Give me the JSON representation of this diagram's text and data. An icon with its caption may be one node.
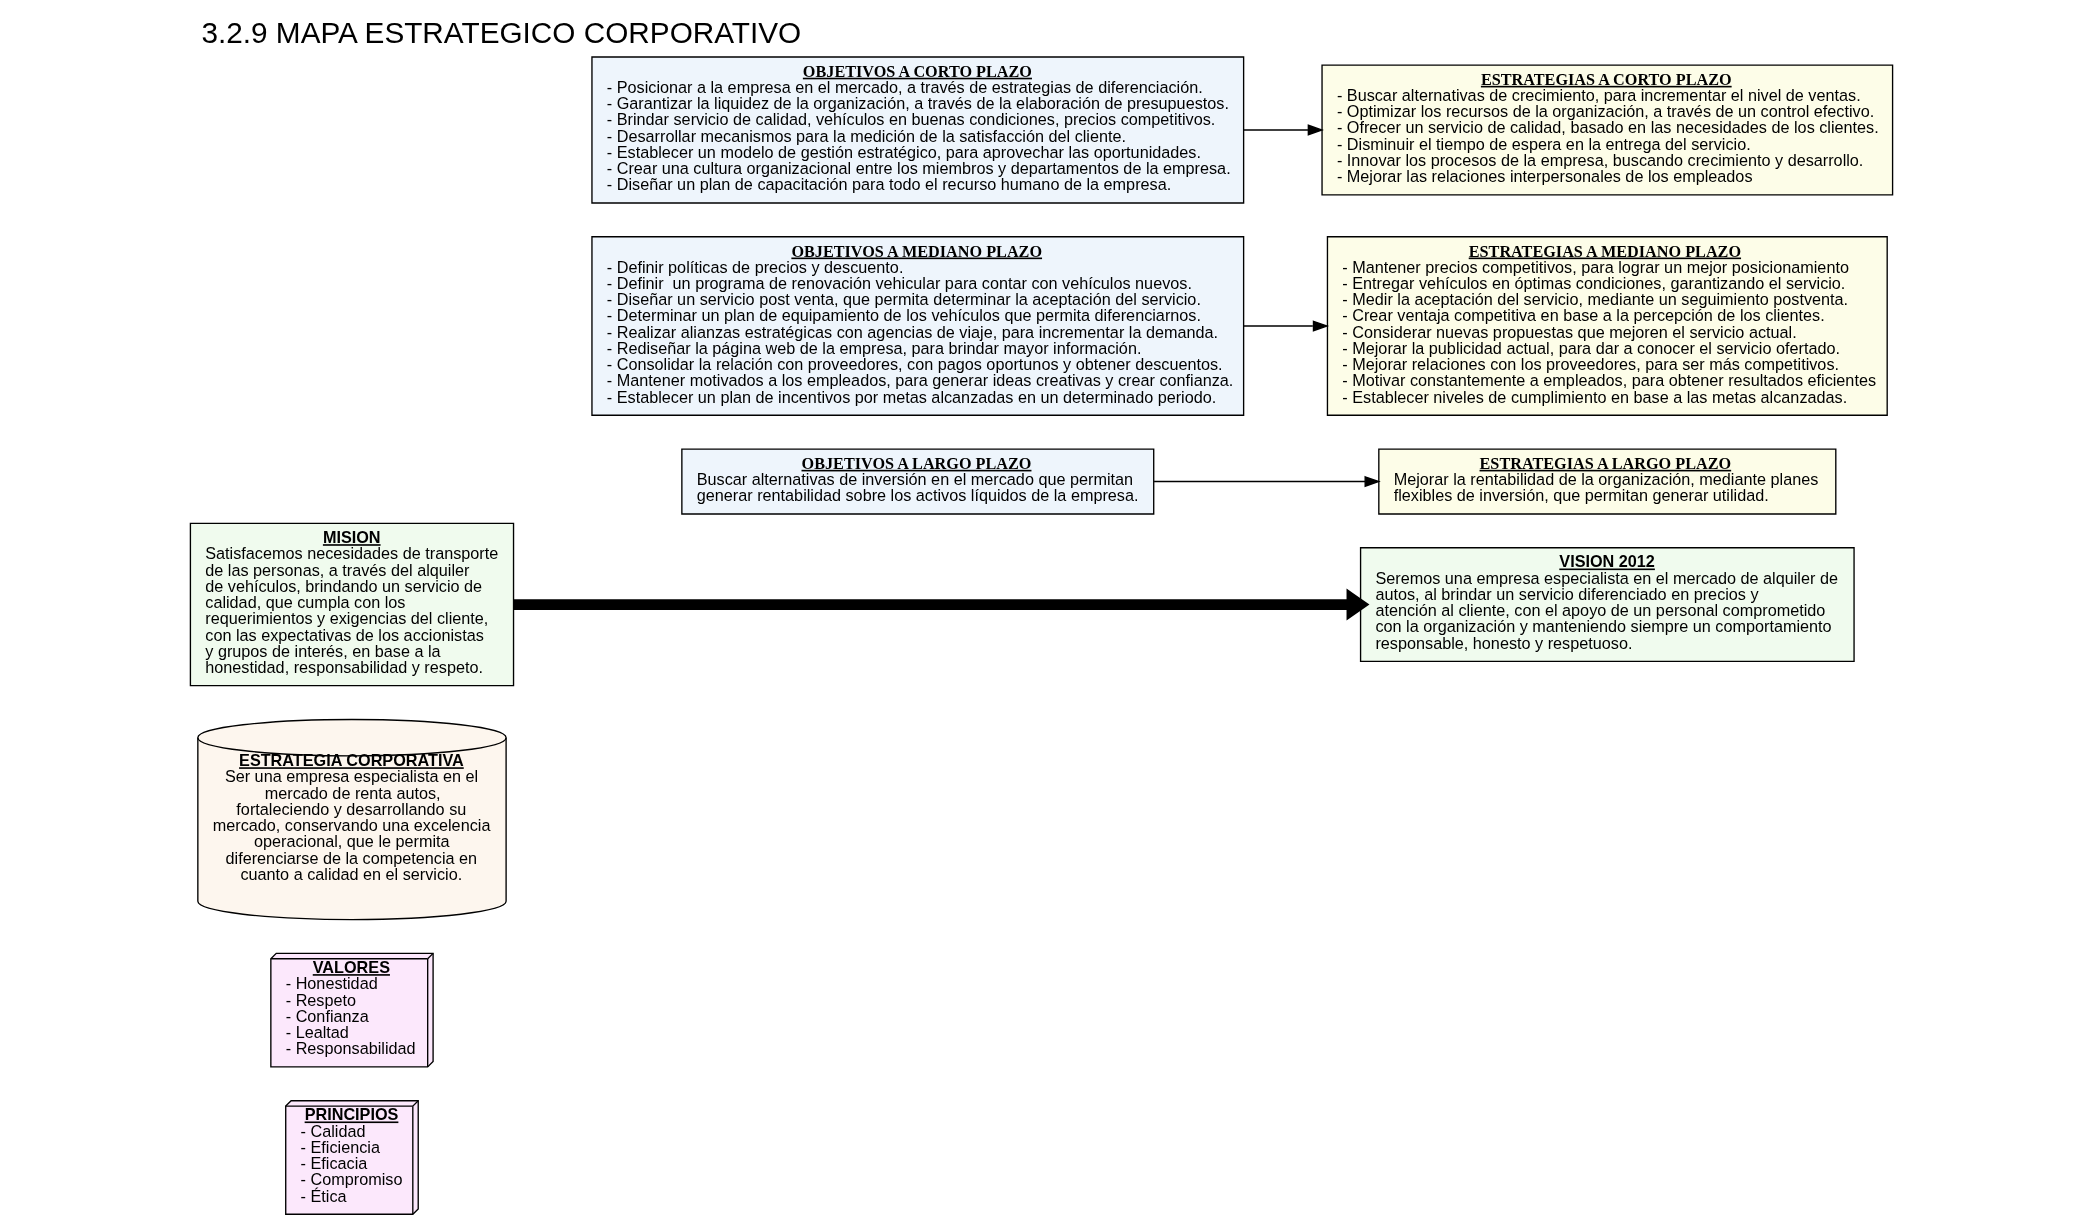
{
  "diagram": {
    "title": "3.2.9 MAPA ESTRATEGICO CORPORATIVO",
    "nodes": [
      {
        "text": [
          "PRINCIPIOS",
          "- Calidad",
          "- Eficiencia",
          "- Eficacia",
          "- Compromiso",
          "- Ética"
        ]
      },
      {
        "text": [
          "VALORES",
          "- Honestidad",
          "- Respeto",
          "- Confianza",
          "- Lealtad",
          "- Responsabilidad"
        ]
      },
      {
        "text": [
          "ESTRATEGIA CORPORATIVA",
          "Ser una empresa especialista en el mercado de renta autos, fortaleciendo y desarrollando su mercado, conservando una excelencia operacional, que le permita diferenciarse de la competencia en cuanto a calidad en el servicio."
        ]
      },
      {
        "text": [
          "MISION",
          "Satisfacemos necesidades de transporte de las personas, a través del alquiler de vehículos, brindando un servicio de calidad, que cumpla con los requerimientos y exigencias del cliente, con las expectativas de los accionistas y grupos de interés, en base a la honestidad, responsabilidad y respeto."
        ]
      },
      {
        "text": [
          "VISION 2012",
          "Seremos una empresa especialista en el mercado de alquiler de autos, al brindar un servicio diferenciado en precios y atención al cliente, con el apoyo de un personal comprometido con la organización y manteniendo siempre un comportamiento responsable, honesto y respetuoso."
        ]
      },
      {
        "text": [
          "OBJETIVOS A LARGO PLAZO",
          "Buscar alternativas de inversión en el mercado que permitan generar rentabilidad sobre los activos líquidos de la empresa."
        ]
      },
      {
        "text": [
          "ESTRATEGIAS A LARGO PLAZO",
          "Mejorar la rentabilidad de la organización, mediante planes flexibles de inversión, que permitan generar utilidad."
        ]
      },
      {
        "text": [
          "OBJETIVOS A MEDIANO PLAZO",
          "- Definir políticas de precios y descuento.",
          "- Definir  un programa de renovación vehicular para contar con vehículos nuevos.",
          "- Diseñar un servicio post venta, que permita determinar la aceptación del servicio.",
          "- Determinar un plan de equipamiento de los vehículos que permita diferenciarnos.",
          "- Realizar alianzas estratégicas con agencias de viaje, para incrementar la demanda.",
          "- Rediseñar la página web de la empresa, para brindar mayor información.",
          "- Consolidar la relación con proveedores, con pagos oportunos y obtener descuentos.",
          "- Mantener motivados a los empleados, para generar ideas creativas y crear confianza.",
          "- Establecer un plan de incentivos por metas alcanzadas en un determinado periodo."
        ]
      },
      {
        "text": [
          "ESTRATEGIAS A MEDIANO PLAZO",
          "- Mantener precios competitivos, para lograr un mejor posicionamiento",
          "- Entregar vehículos en óptimas condiciones, garantizando el servicio.",
          "- Medir la aceptación del servicio, mediante un seguimiento postventa.",
          "- Crear ventaja competitiva en base a la percepción de los clientes.",
          "- Considerar nuevas propuestas que mejoren el servicio actual.",
          "- Mejorar la publicidad actual, para dar a conocer el servicio ofertado.",
          "- Mejorar relaciones con los proveedores, para ser más competitivos.",
          "- Motivar constantemente a empleados, para obtener resultados eficientes",
          "- Establecer niveles de cumplimiento en base a las metas alcanzadas."
        ]
      },
      {
        "text": [
          "OBJETIVOS A CORTO PLAZO",
          "- Posicionar a la empresa en el mercado, a través de estrategias de diferenciación.",
          "- Garantizar la liquidez de la organización, a través de la elaboración de presupuestos.",
          "- Brindar servicio de calidad, vehículos en buenas condiciones, precios competitivos.",
          "- Desarrollar mecanismos para la medición de la satisfacción del cliente.",
          "- Establecer un modelo de gestión estratégico, para aprovechar las oportunidades.",
          "- Crear una cultura organizacional entre los miembros y departamentos de la empresa.",
          "- Diseñar un plan de capacitación para todo el recurso humano de la empresa."
        ]
      },
      {
        "text": [
          "ESTRATEGIAS A CORTO PLAZO",
          "- Buscar alternativas de crecimiento, para incrementar el nivel de ventas.",
          "- Optimizar los recursos de la organización, a través de un control efectivo.",
          "- Ofrecer un servicio de calidad, basado en las necesidades de los clientes.",
          "- Disminuir el tiempo de espera en la entrega del servicio.",
          "- Innovar los procesos de la empresa, buscando crecimiento y desarrollo.",
          "- Mejorar las relaciones interpersonales de los empleados"
        ]
      }
    ],
    "edges": [
      {
        "from": 3,
        "to": 4,
        "arrow": "to",
        "style": "thick"
      },
      {
        "from": 5,
        "to": 6,
        "arrow": "to"
      },
      {
        "from": 7,
        "to": 8,
        "arrow": "to"
      },
      {
        "from": 9,
        "to": 10,
        "arrow": "to"
      }
    ]
  }
}
